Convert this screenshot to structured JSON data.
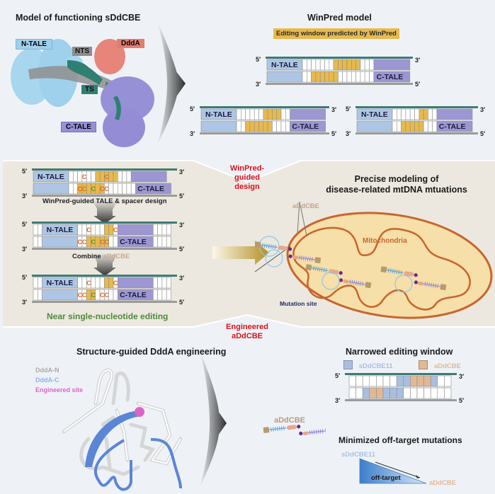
{
  "colors": {
    "top_bg": "#eef2f7",
    "middle_bg": "#ece8df",
    "bottom_bg": "#eef2f7",
    "ntale": "#adc6e5",
    "ctale": "#9c97d2",
    "dna_top": "#3f7b77",
    "dna_bottom": "#9b9b9b",
    "window": "#e8ba4c",
    "sddcbe11": "#a9bfe0",
    "addcbe": "#e2b994",
    "red_text": "#d8141c",
    "green_text": "#4f8a3c",
    "c_orange": "#e36a23",
    "c_green": "#4e9a2d",
    "mito_outer": "#c8652e",
    "mito_fill": "#f6dfa8",
    "mutation_text": "#1a2b6d",
    "addcbe_label": "#b89b84"
  },
  "top_left": {
    "title": "Model of functioning sDdCBE",
    "labels": {
      "ntale": "N-TALE",
      "ctale": "C-TALE",
      "ntS": "NTS",
      "ts": "TS",
      "ddda": "DddA"
    }
  },
  "top_right": {
    "title": "WinPred model",
    "legend": "Editing window predicted by WinPred",
    "diagrams": [
      {
        "title": "16-bp spacer",
        "top_left": "5′",
        "top_right": "3′",
        "bottom_left": "3′",
        "bottom_right": "5′",
        "ntale": "N-TALE",
        "ctale": "C-TALE"
      },
      {
        "title": "12-bp spacer",
        "top_left": "5′",
        "top_right": "3′",
        "bottom_left": "3′",
        "bottom_right": "5′",
        "ntale": "N-TALE",
        "ctale": "C-TALE"
      },
      {
        "title": "10-bp spacer (min)",
        "top_left": "5′",
        "top_right": "3′",
        "bottom_left": "3′",
        "bottom_right": "5′",
        "ntale": "N-TALE",
        "ctale": "C-TALE"
      }
    ]
  },
  "middle": {
    "connector_top": [
      "WinPred-guided",
      "design"
    ],
    "connector_bottom": [
      "Engineered",
      "aDdCBE"
    ],
    "step1_label": "WinPred-guided TALE & spacer design",
    "step2_label_prefix": "Combine ",
    "step2_label_highlight": "aDdCBE",
    "result_label": "Near single-nucleotide editing",
    "ends": {
      "five": "5′",
      "three": "3′"
    },
    "ntale": "N-TALE",
    "ctale": "C-TALE",
    "c": "C",
    "cc": "CC",
    "right_title": [
      "Precise modeling of",
      "disease-related mtDNA mtuations"
    ],
    "addcbe_label": "aDdCBE",
    "mito_label": "Mitochondria",
    "mutation_label": "Mutation site"
  },
  "bottom": {
    "left_title": "Structure-guided DddA engineering",
    "legend": [
      {
        "label": "DddA-N",
        "color": "#a9a9a9"
      },
      {
        "label": "DddA-C",
        "color": "#8db3ea"
      },
      {
        "label": "Engineered site",
        "color": "#d966c6"
      }
    ],
    "narrow_title": "Narrowed editing window",
    "narrow_legend": [
      {
        "label": "sDdCBE11",
        "color": "#a9bfe0"
      },
      {
        "label": "aDdCBE",
        "color": "#e2b994"
      }
    ],
    "ends": {
      "five": "5′",
      "three": "3′"
    },
    "addcbe_label": "aDdCBE",
    "offtarget_title": "Minimized off-target mutations",
    "offtarget_left": "sDdCBE11",
    "offtarget_right": "aDdCBE",
    "offtarget_inner": "off-target"
  }
}
